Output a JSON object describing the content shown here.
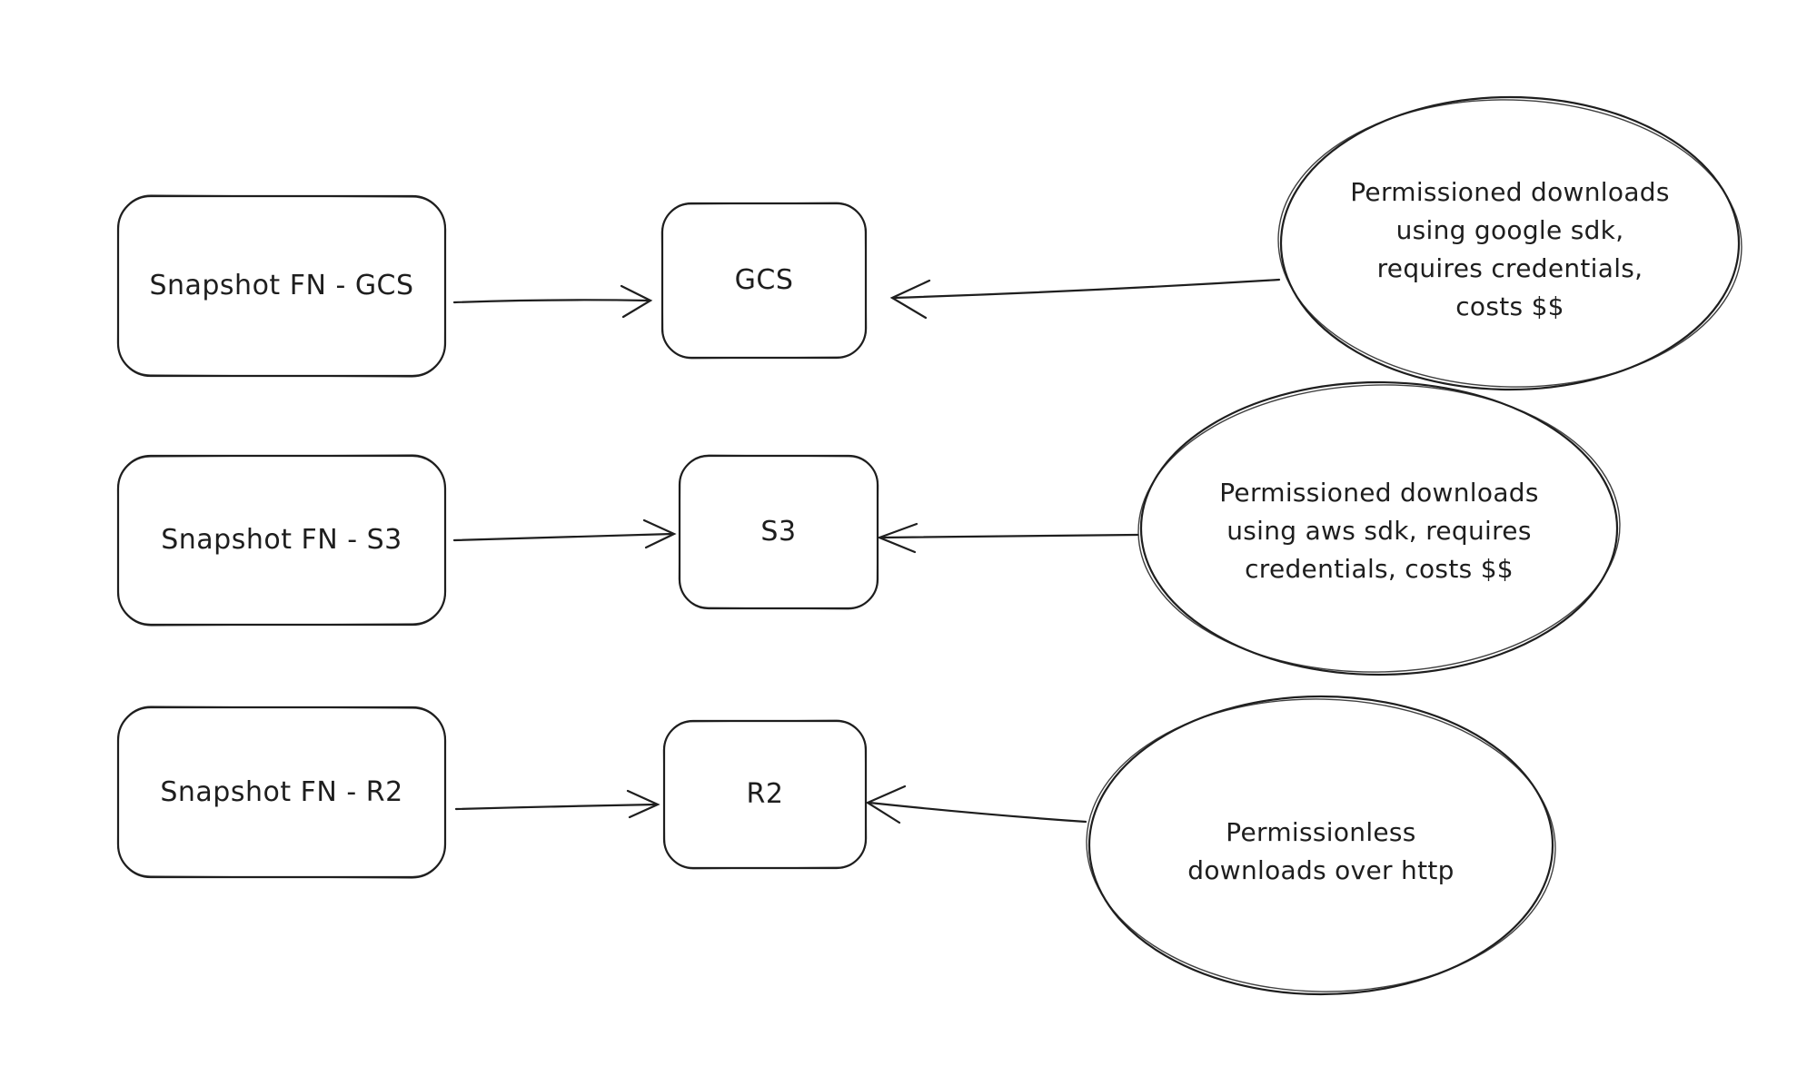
{
  "diagram": {
    "style": {
      "stroke_color": "#1e1e1e",
      "background_color": "#ffffff",
      "look": "hand-drawn sketch (excalidraw-like)"
    },
    "nodes": {
      "snapshot_gcs": {
        "label": "Snapshot FN - GCS",
        "shape": "rounded-rectangle"
      },
      "gcs": {
        "label": "GCS",
        "shape": "rounded-rectangle"
      },
      "snapshot_s3": {
        "label": "Snapshot FN - S3",
        "shape": "rounded-rectangle"
      },
      "s3": {
        "label": "S3",
        "shape": "rounded-rectangle"
      },
      "snapshot_r2": {
        "label": "Snapshot FN - R2",
        "shape": "rounded-rectangle"
      },
      "r2": {
        "label": "R2",
        "shape": "rounded-rectangle"
      }
    },
    "notes": {
      "gcs_note": {
        "shape": "ellipse",
        "text": "Permissioned downloads\nusing google sdk,\nrequires credentials,\ncosts $$"
      },
      "s3_note": {
        "shape": "ellipse",
        "text": "Permissioned downloads\nusing aws sdk, requires\ncredentials, costs $$"
      },
      "r2_note": {
        "shape": "ellipse",
        "text": "Permissionless\ndownloads over http"
      }
    },
    "edges": [
      {
        "from": "snapshot_gcs",
        "to": "gcs",
        "type": "arrow"
      },
      {
        "from": "gcs_note",
        "to": "gcs",
        "type": "arrow"
      },
      {
        "from": "snapshot_s3",
        "to": "s3",
        "type": "arrow"
      },
      {
        "from": "s3_note",
        "to": "s3",
        "type": "arrow"
      },
      {
        "from": "snapshot_r2",
        "to": "r2",
        "type": "arrow"
      },
      {
        "from": "r2_note",
        "to": "r2",
        "type": "arrow"
      }
    ]
  }
}
